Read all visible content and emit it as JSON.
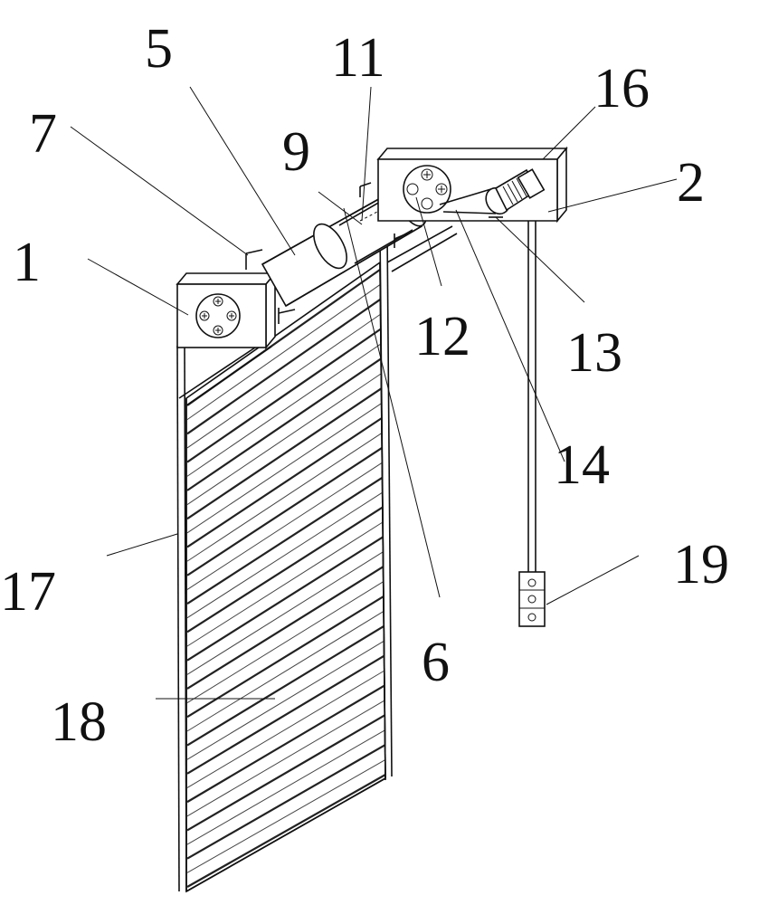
{
  "figure": {
    "callouts": [
      {
        "id": "c1",
        "text": "1"
      },
      {
        "id": "c2",
        "text": "2"
      },
      {
        "id": "c5",
        "text": "5"
      },
      {
        "id": "c6",
        "text": "6"
      },
      {
        "id": "c7",
        "text": "7"
      },
      {
        "id": "c9",
        "text": "9"
      },
      {
        "id": "c11",
        "text": "11"
      },
      {
        "id": "c12",
        "text": "12"
      },
      {
        "id": "c13",
        "text": "13"
      },
      {
        "id": "c14",
        "text": "14"
      },
      {
        "id": "c16",
        "text": "16"
      },
      {
        "id": "c17",
        "text": "17"
      },
      {
        "id": "c18",
        "text": "18"
      },
      {
        "id": "c19",
        "text": "19"
      }
    ]
  }
}
